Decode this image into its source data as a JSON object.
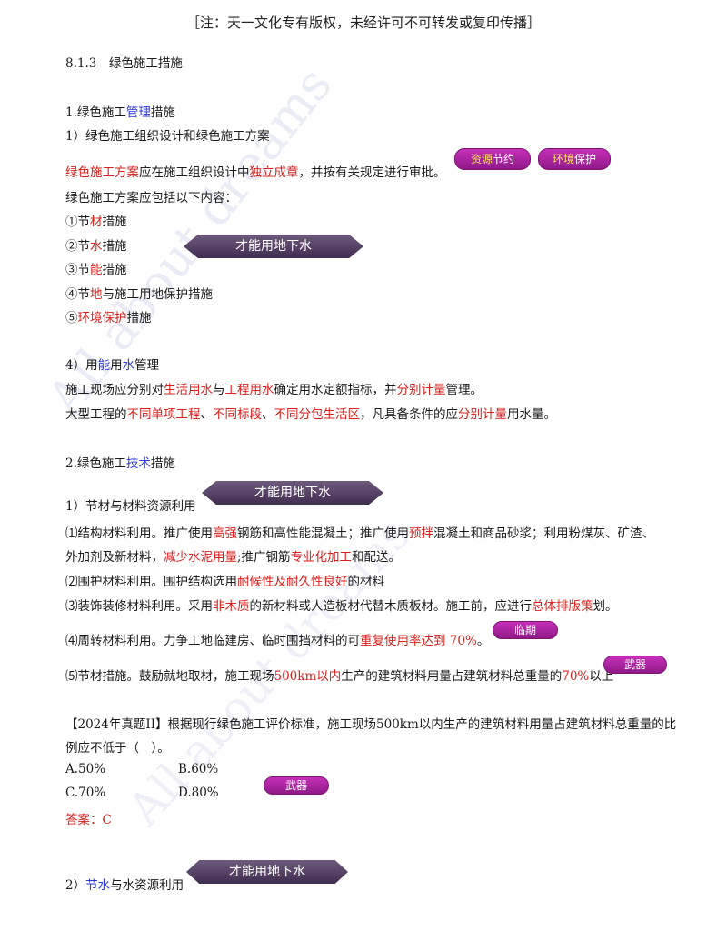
{
  "header": "［注：天一文化专有版权，未经许可不可转发或复印传播］",
  "watermark": "All about dreams",
  "section_813": "8.1.3　绿色施工措施",
  "s1": {
    "num": "1.绿色施工",
    "highlight": "管理",
    "rest": "措施"
  },
  "s1_sub1": "1）绿色施工组织设计和绿色施工方案",
  "line_plan": {
    "a": "绿色施工方案",
    "b": "应在施工组织设计中",
    "c": "独立成章",
    "d": "，并按有关规定进行审批。"
  },
  "line_include": "绿色施工方案应包括以下内容：",
  "items": [
    {
      "p": "①节",
      "h": "材",
      "s": "措施"
    },
    {
      "p": "②节",
      "h": "水",
      "s": "措施"
    },
    {
      "p": "③节",
      "h": "能",
      "s": "措施"
    },
    {
      "p": "④节",
      "h": "地",
      "s": "与施工用地保护措施"
    },
    {
      "p": "⑤",
      "h": "环境保护",
      "s": "措施"
    }
  ],
  "pill_resource": {
    "a": "资源",
    "b": "节约"
  },
  "pill_env": {
    "a": "环境",
    "b": "保护"
  },
  "ribbon_text": "才能用地下水",
  "s4": {
    "a": "4）用",
    "b": "能",
    "c": "用",
    "d": "水",
    "e": "管理"
  },
  "s4_l1": {
    "a": "施工现场应分别对",
    "b": "生活用水",
    "c": "与",
    "d": "工程用水",
    "e": "确定用水定额指标，并",
    "f": "分别计量",
    "g": "管理。"
  },
  "s4_l2": {
    "a": "大型工程的",
    "b": "不同单项工程",
    "c": "、",
    "d": "不同标段",
    "e": "、",
    "f": "不同分包生活区",
    "g": "，凡具备条件的应",
    "h": "分别计量",
    "i": "用水量。"
  },
  "s2": {
    "num": "2.绿色施工",
    "highlight": "技术",
    "rest": "措施"
  },
  "s2_sub1": "1）节材与材料资源利用",
  "m1": {
    "a": "⑴结构材料利用。推广使用",
    "b": "高强",
    "c": "钢筋和高性能混凝土；推广使用",
    "d": "预拌",
    "e": "混凝土和商品砂浆；利用粉煤灰、矿渣、"
  },
  "m1b": {
    "a": "外加剂及新材料，",
    "b": "减少水泥用量",
    "c": ";推广钢筋",
    "d": "专业化加工",
    "e": "和配送。"
  },
  "m2": {
    "a": "⑵围护材料利用。围护结构选用",
    "b": "耐候性及耐久性良好",
    "c": "的材料"
  },
  "m3": {
    "a": "⑶装饰装修材料利用。采用",
    "b": "非木质",
    "c": "的新材料或人造板材代替木质板材。施工前，应进行",
    "d": "总体排版策",
    "e": "划。"
  },
  "m4": {
    "a": "⑷周转材料利用。力争工地临建房、临时围挡材料的可",
    "b": "重复使用率达到 70%",
    "c": "。"
  },
  "m5": {
    "a": "⑸节材措施。鼓励就地取材，施工现场",
    "b": "500km以内",
    "c": "生产的建筑材料用量占建筑材料总重量的",
    "d": "70%",
    "e": "以上"
  },
  "pill_linqi": "临期",
  "pill_wuqi": "武器",
  "q_l1": "【2024年真题II】根据现行绿色施工评价标准，施工现场500km以内生产的建筑材料用量占建筑材料总重量的比",
  "q_l2": "例应不低于（　）。",
  "options": {
    "a": "A.50%",
    "b": "B.60%",
    "c": "C.70%",
    "d": "D.80%"
  },
  "answer": "答案：C",
  "s2_sub2": {
    "a": "2）",
    "b": "节水",
    "c": "与水资源利用"
  }
}
